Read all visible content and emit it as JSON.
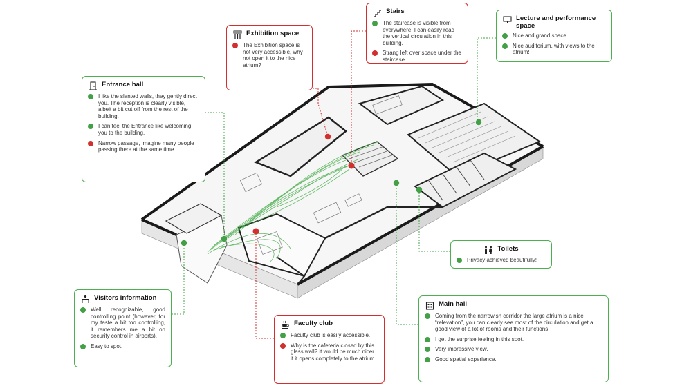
{
  "cards": {
    "exhibition": {
      "title": "Exhibition space",
      "icon": "exhibition-icon",
      "color": "#d32f2f",
      "items": [
        {
          "sentiment": "negative",
          "text": "The Exhibition space is not very accessible, why not open it to the nice atrium?"
        }
      ]
    },
    "stairs": {
      "title": "Stairs",
      "icon": "stairs-icon",
      "color": "#d32f2f",
      "items": [
        {
          "sentiment": "positive",
          "text": "The staircase is visible from everywhere. I can easily read the vertical circulation in this building."
        },
        {
          "sentiment": "negative",
          "text": "Strang left over space under the staircase."
        }
      ]
    },
    "lecture": {
      "title": "Lecture and performance space",
      "icon": "screen-icon",
      "color": "#4caf50",
      "items": [
        {
          "sentiment": "positive",
          "text": "Nice and grand space."
        },
        {
          "sentiment": "positive",
          "text": "Nice auditorium, with views to the atrium!"
        }
      ]
    },
    "entrance": {
      "title": "Entrance hall",
      "icon": "door-icon",
      "color": "#4caf50",
      "items": [
        {
          "sentiment": "positive",
          "text": "I like the slanted walls, they gently direct you. The reception is clearly visible, albeit a bit cut off from the rest of the building."
        },
        {
          "sentiment": "positive",
          "text": "I can feel the Entrance like welcoming you to the building."
        },
        {
          "sentiment": "negative",
          "text": "Narrow passage, imagine many people passing there at the same time."
        }
      ]
    },
    "toilets": {
      "title": "Toilets",
      "icon": "toilet-icon",
      "color": "#4caf50",
      "items": [
        {
          "sentiment": "positive",
          "text": "Privacy achieved beautifully!"
        }
      ]
    },
    "visitors": {
      "title": "Visitors information",
      "icon": "info-desk-icon",
      "color": "#4caf50",
      "items": [
        {
          "sentiment": "positive",
          "text": "Well recognizable, good controlling point (however, for my taste a bit too controlling, it remembers me a bit on security control in airports)."
        },
        {
          "sentiment": "positive",
          "text": "Easy to spot."
        }
      ]
    },
    "faculty": {
      "title": "Faculty club",
      "icon": "coffee-icon",
      "color": "#d32f2f",
      "items": [
        {
          "sentiment": "positive",
          "text": "Faculty club is easily accessible."
        },
        {
          "sentiment": "negative",
          "text": "Why is the cafeteria closed by this glass wall? it would be much nicer if it opens completely to the atrium"
        }
      ]
    },
    "mainhall": {
      "title": "Main hall",
      "icon": "building-icon",
      "color": "#4caf50",
      "items": [
        {
          "sentiment": "positive",
          "text": "Coming from the narrowish corridor the large atrium is a nice “relevation”, you can clearly see most of the circulation and get a good view of a lot of rooms and their functions."
        },
        {
          "sentiment": "positive",
          "text": "I get the surprise feeling in this spot."
        },
        {
          "sentiment": "positive",
          "text": "Very impressive view."
        },
        {
          "sentiment": "positive",
          "text": "Good spatial experience."
        }
      ]
    }
  },
  "colors": {
    "positive": "#43a047",
    "negative": "#d32f2f",
    "wall": "#1a1a1a",
    "floor": "#f5f5f5",
    "path": "#4caf50"
  }
}
